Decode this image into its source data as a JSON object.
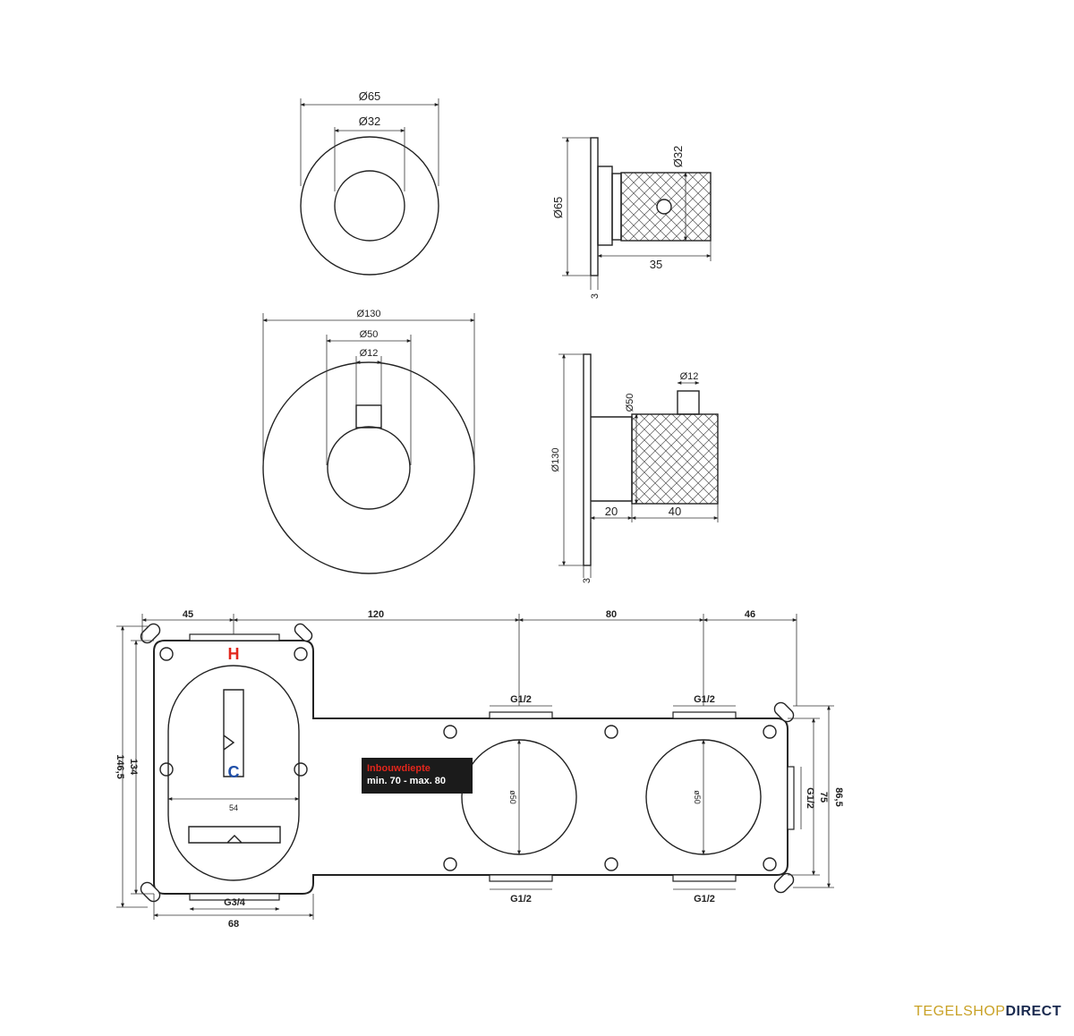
{
  "dimensions": {
    "rosette_small_outer": "Ø65",
    "rosette_small_inner": "Ø32",
    "side_small_height": "Ø65",
    "side_small_knob": "Ø32",
    "side_small_depth": "35",
    "side_small_plate": "3",
    "rosette_large_outer": "Ø130",
    "rosette_large_knob": "Ø50",
    "rosette_large_stem": "Ø12",
    "side_large_height": "Ø130",
    "side_large_stem": "Ø12",
    "side_large_knob": "Ø50",
    "side_large_base": "20",
    "side_large_knob_len": "40",
    "side_large_plate": "3",
    "box_w_45": "45",
    "box_w_120": "120",
    "box_w_80": "80",
    "box_w_46": "46",
    "box_h_146": "146,5",
    "box_h_134": "134",
    "box_h_75": "75",
    "box_h_86": "86,5",
    "box_oval_width": "54",
    "box_bottom_68": "68",
    "port_top_1": "G1/2",
    "port_top_2": "G1/2",
    "port_bottom_1": "G1/2",
    "port_bottom_2": "G1/2",
    "port_side": "G1/2",
    "port_main": "G3/4",
    "circle_1": "ø50",
    "circle_2": "ø50",
    "hot_label": "H",
    "cold_label": "C"
  },
  "badge": {
    "line1": "Inbouwdiepte",
    "line2": "min. 70 - max. 80"
  },
  "brand": {
    "part1": "TEGELSHOP",
    "part2": "DIRECT"
  },
  "colors": {
    "hot": "#e2261c",
    "cold": "#1f4fa8",
    "brand_gold": "#c9a227",
    "brand_navy": "#1a2a4f"
  }
}
